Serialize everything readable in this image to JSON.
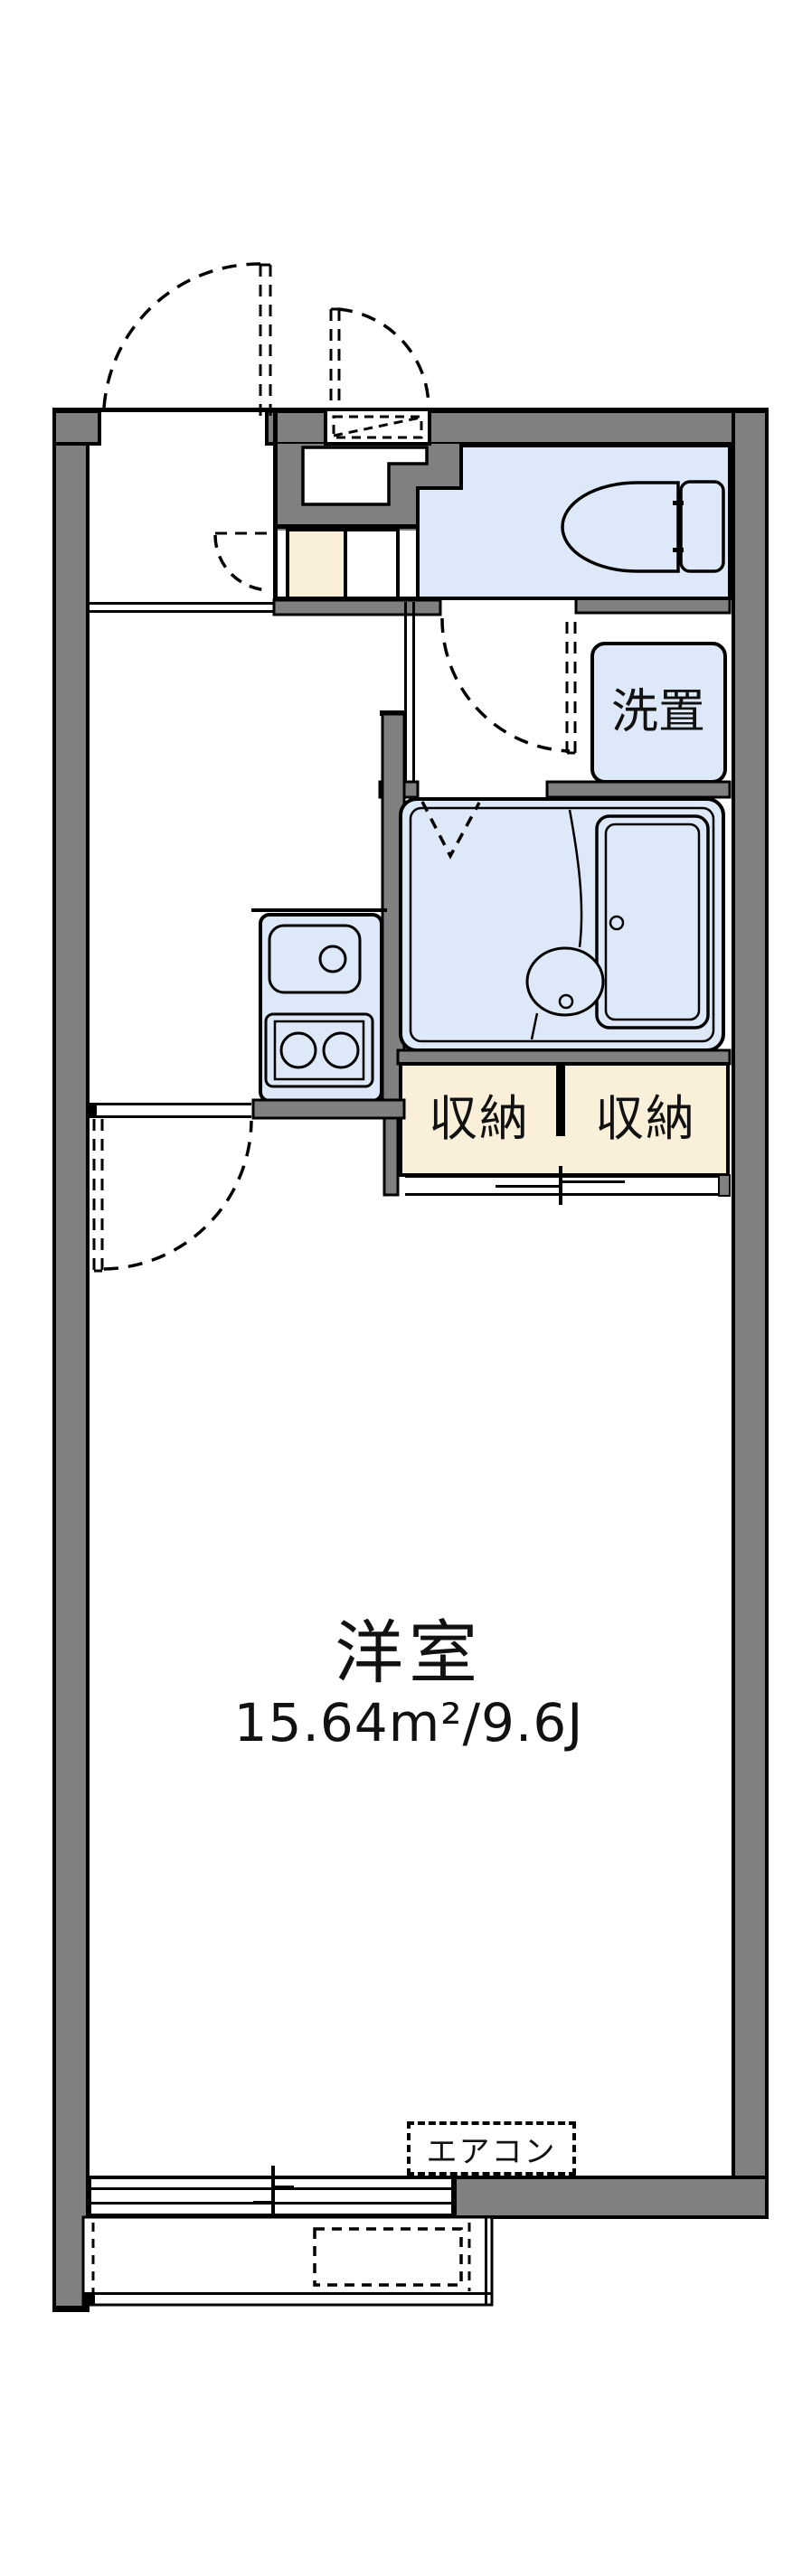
{
  "floorplan": {
    "main_room": {
      "label": "洋室",
      "area_label": "15.64m²/9.6J"
    },
    "storage": {
      "left_label": "収納",
      "right_label": "収納"
    },
    "washroom": {
      "washer_label": "洗置"
    },
    "aircon": {
      "label": "エアコン"
    },
    "colors": {
      "wall_gray": "#808080",
      "fixture_blue": "#dde9f8",
      "storage_cream": "#faf0d9",
      "outline_black": "#000000",
      "background_white": "#ffffff"
    },
    "icons": [
      "entrance-door-arc-icon",
      "meter-box-icon",
      "toilet-icon",
      "washer-space-icon",
      "bathtub-icon",
      "wash-basin-icon",
      "folding-door-icon",
      "kitchen-sink-icon",
      "stove-icon",
      "storage-sliding-door-icon",
      "room-door-arc-icon",
      "sliding-window-icon",
      "balcony-hatch-icon"
    ]
  }
}
